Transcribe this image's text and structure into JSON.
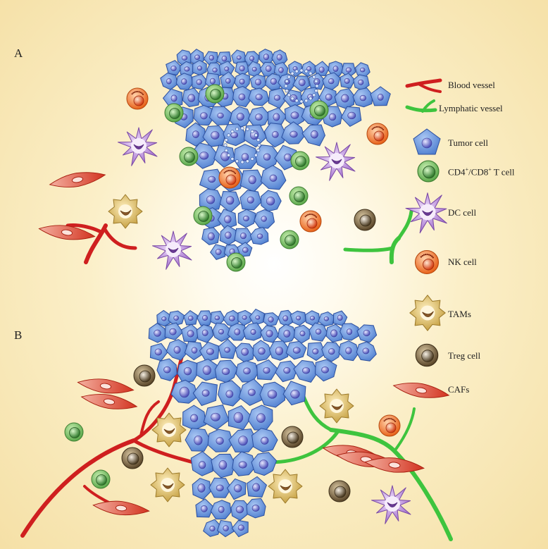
{
  "panels": [
    {
      "label": "A"
    },
    {
      "label": "B"
    }
  ],
  "legend": [
    {
      "id": "blood-vessel",
      "icon": "blood-vessel-icon",
      "label": "Blood vessel"
    },
    {
      "id": "lymphatic-vessel",
      "icon": "lymphatic-vessel-icon",
      "label": "Lymphatic vessel"
    },
    {
      "id": "tumor-cell",
      "icon": "tumor-cell-icon",
      "label": "Tumor cell"
    },
    {
      "id": "t-cell",
      "icon": "t-cell-icon",
      "label": "CD4/CD8 T cell",
      "label_parts": [
        "CD4",
        "+",
        "/CD8",
        "+",
        " T cell"
      ]
    },
    {
      "id": "dc-cell",
      "icon": "dc-cell-icon",
      "label": "DC cell"
    },
    {
      "id": "nk-cell",
      "icon": "nk-cell-icon",
      "label": "NK cell"
    },
    {
      "id": "tam",
      "icon": "tam-icon",
      "label": "TAMs"
    },
    {
      "id": "treg-cell",
      "icon": "treg-cell-icon",
      "label": "Treg cell"
    },
    {
      "id": "caf",
      "icon": "caf-icon",
      "label": "CAFs"
    }
  ],
  "colors": {
    "background": "#f8e7b7",
    "tumor_fill": "#6f9be0",
    "tumor_stroke": "#2c4f9e",
    "tumor_nucleus": "#5b5fc7",
    "blood_vessel": "#cf1f1f",
    "lymphatic_vessel": "#3ec43e",
    "t_cell": "#8ccf6e",
    "nk_cell": "#f07a2a",
    "dc_cell": "#b784d8",
    "tam": "#d6b85a",
    "treg": "#6b5a3a",
    "caf": "#d93a2a"
  }
}
